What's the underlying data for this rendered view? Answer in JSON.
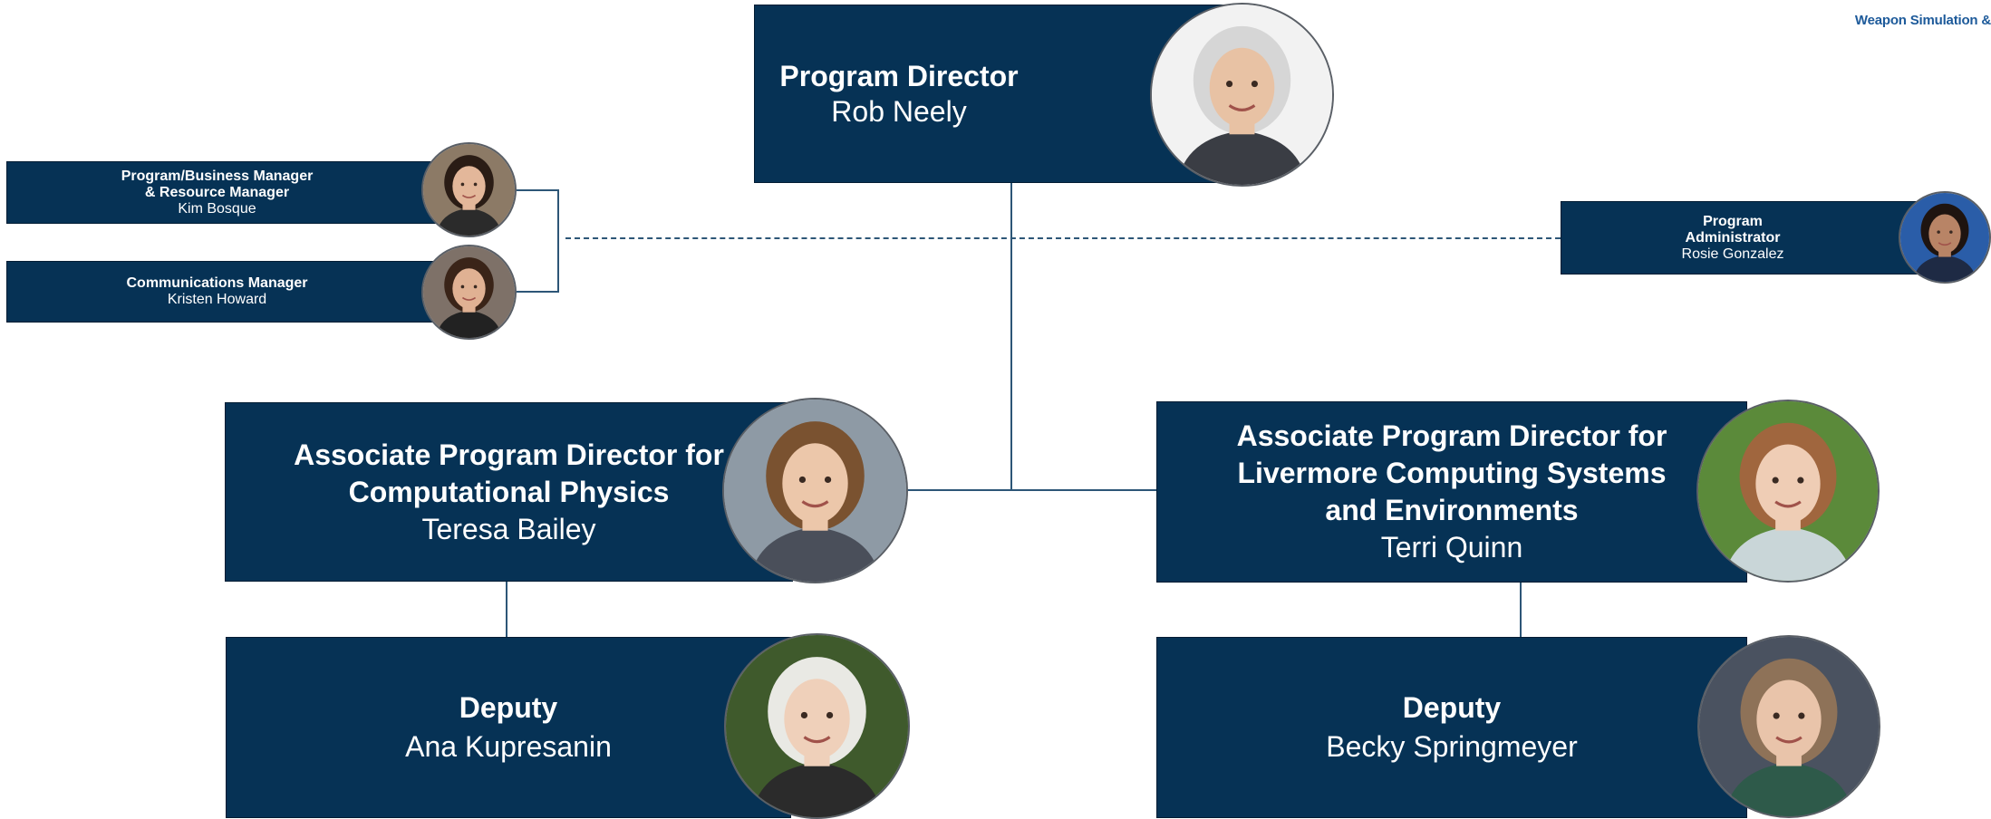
{
  "brand": {
    "text": "Weapon Simulation &"
  },
  "director": {
    "title": "Program Director",
    "name": "Rob Neely"
  },
  "staff": [
    {
      "title_line1": "Program/Business Manager",
      "title_line2": "& Resource Manager",
      "name": "Kim Bosque"
    },
    {
      "title": "Communications Manager",
      "name": "Kristen Howard"
    }
  ],
  "admin": {
    "title_line1": "Program",
    "title_line2": "Administrator",
    "name": "Rosie Gonzalez"
  },
  "apd_left": {
    "title_line1": "Associate Program Director for",
    "title_line2": "Computational Physics",
    "name": "Teresa Bailey"
  },
  "apd_right": {
    "title_line1": "Associate Program Director for",
    "title_line2": "Livermore Computing Systems",
    "title_line3": "and Environments",
    "name": "Terri Quinn"
  },
  "deputy_left": {
    "title": "Deputy",
    "name": "Ana Kupresanin"
  },
  "deputy_right": {
    "title": "Deputy",
    "name": "Becky Springmeyer"
  },
  "colors": {
    "box": "#063255",
    "line": "#2d5677",
    "brand": "#1d5a9a"
  },
  "photos": [
    {
      "person": "Rob Neely",
      "hair": "#d6d6d6",
      "skin": "#e8c2a4",
      "bg": "#f2f2f2",
      "shirt": "#3a3d44"
    },
    {
      "person": "Kim Bosque",
      "hair": "#2a1c15",
      "skin": "#e3b79a",
      "bg": "#8c7a66",
      "shirt": "#2b2b2b"
    },
    {
      "person": "Kristen Howard",
      "hair": "#3a2418",
      "skin": "#e0b193",
      "bg": "#7e7168",
      "shirt": "#222222"
    },
    {
      "person": "Rosie Gonzalez",
      "hair": "#1e1410",
      "skin": "#b88466",
      "bg": "#2a5da8",
      "shirt": "#1e2a44"
    },
    {
      "person": "Teresa Bailey",
      "hair": "#7a5230",
      "skin": "#ecc7aa",
      "bg": "#8e9aa5",
      "shirt": "#4a4f5a"
    },
    {
      "person": "Terri Quinn",
      "hair": "#a0663e",
      "skin": "#efcdb5",
      "bg": "#5b8a3a",
      "shirt": "#c9d6d8"
    },
    {
      "person": "Ana Kupresanin",
      "hair": "#e9e9e4",
      "skin": "#efd0ba",
      "bg": "#3f5a2c",
      "shirt": "#2b2b2b"
    },
    {
      "person": "Becky Springmeyer",
      "hair": "#8e7258",
      "skin": "#e9c4aa",
      "bg": "#4a5260",
      "shirt": "#2e5a4a"
    }
  ]
}
